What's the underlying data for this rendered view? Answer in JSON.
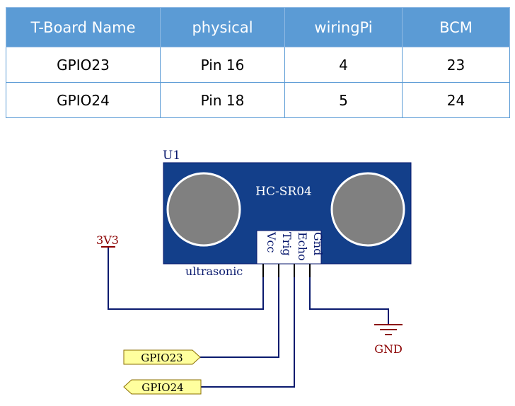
{
  "table": {
    "headers": [
      "T-Board Name",
      "physical",
      "wiringPi",
      "BCM"
    ],
    "rows": [
      [
        "GPIO23",
        "Pin 16",
        "4",
        "23"
      ],
      [
        "GPIO24",
        "Pin 18",
        "5",
        "24"
      ]
    ]
  },
  "schematic": {
    "designator": "U1",
    "module_name": "HC-SR04",
    "module_label": "ultrasonic",
    "pins": [
      "Vcc",
      "Trig",
      "Echo",
      "Gnd"
    ],
    "power_label": "3V3",
    "ground_label": "GND",
    "port_gpio23": "GPIO23",
    "port_gpio24": "GPIO24"
  },
  "colors": {
    "table_header": "#5b9bd5",
    "module_fill": "#133f8a",
    "wire": "#0a1a6e",
    "power": "#8b0000",
    "port_fill": "#ffff9e"
  }
}
